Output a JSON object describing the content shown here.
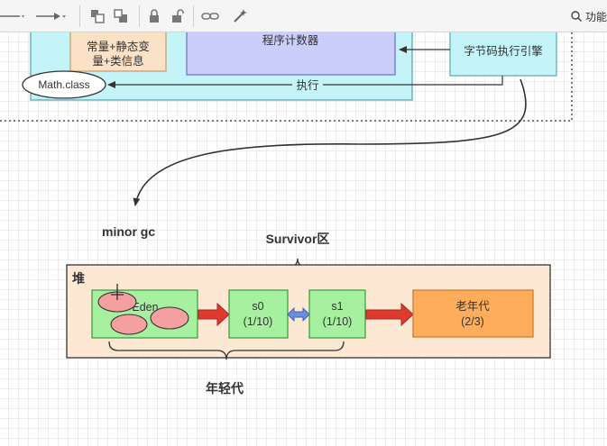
{
  "toolbar": {
    "search_label": "功能"
  },
  "diagram": {
    "constant_pool_line1": "常量+静态变",
    "constant_pool_line2": "量+类信息",
    "program_counter": "程序计数器",
    "bytecode_engine": "字节码执行引擎",
    "math_class": "Math.class",
    "execute_label": "执行",
    "minor_gc": "minor gc",
    "survivor_label": "Survivor区",
    "heap_label": "堆",
    "eden_label": "Eden",
    "s0_label": "s0",
    "s0_ratio": "(1/10)",
    "s1_label": "s1",
    "s1_ratio": "(1/10)",
    "old_gen_label": "老年代",
    "old_gen_ratio": "(2/3)",
    "young_gen_label": "年轻代"
  },
  "colors": {
    "green_fill": "#a6f0a0",
    "green_stroke": "#3a9a3a",
    "orange_fill": "#ffad5b",
    "heap_fill": "#fde8d3",
    "cyan_fill": "#c4f4f8",
    "lavender_fill": "#cbcdfb",
    "peach_fill": "#fbe2c6",
    "red_arrow": "#e0392f",
    "blue_arrow": "#6a8fe0",
    "ellipse_fill": "#f5a0a0"
  }
}
